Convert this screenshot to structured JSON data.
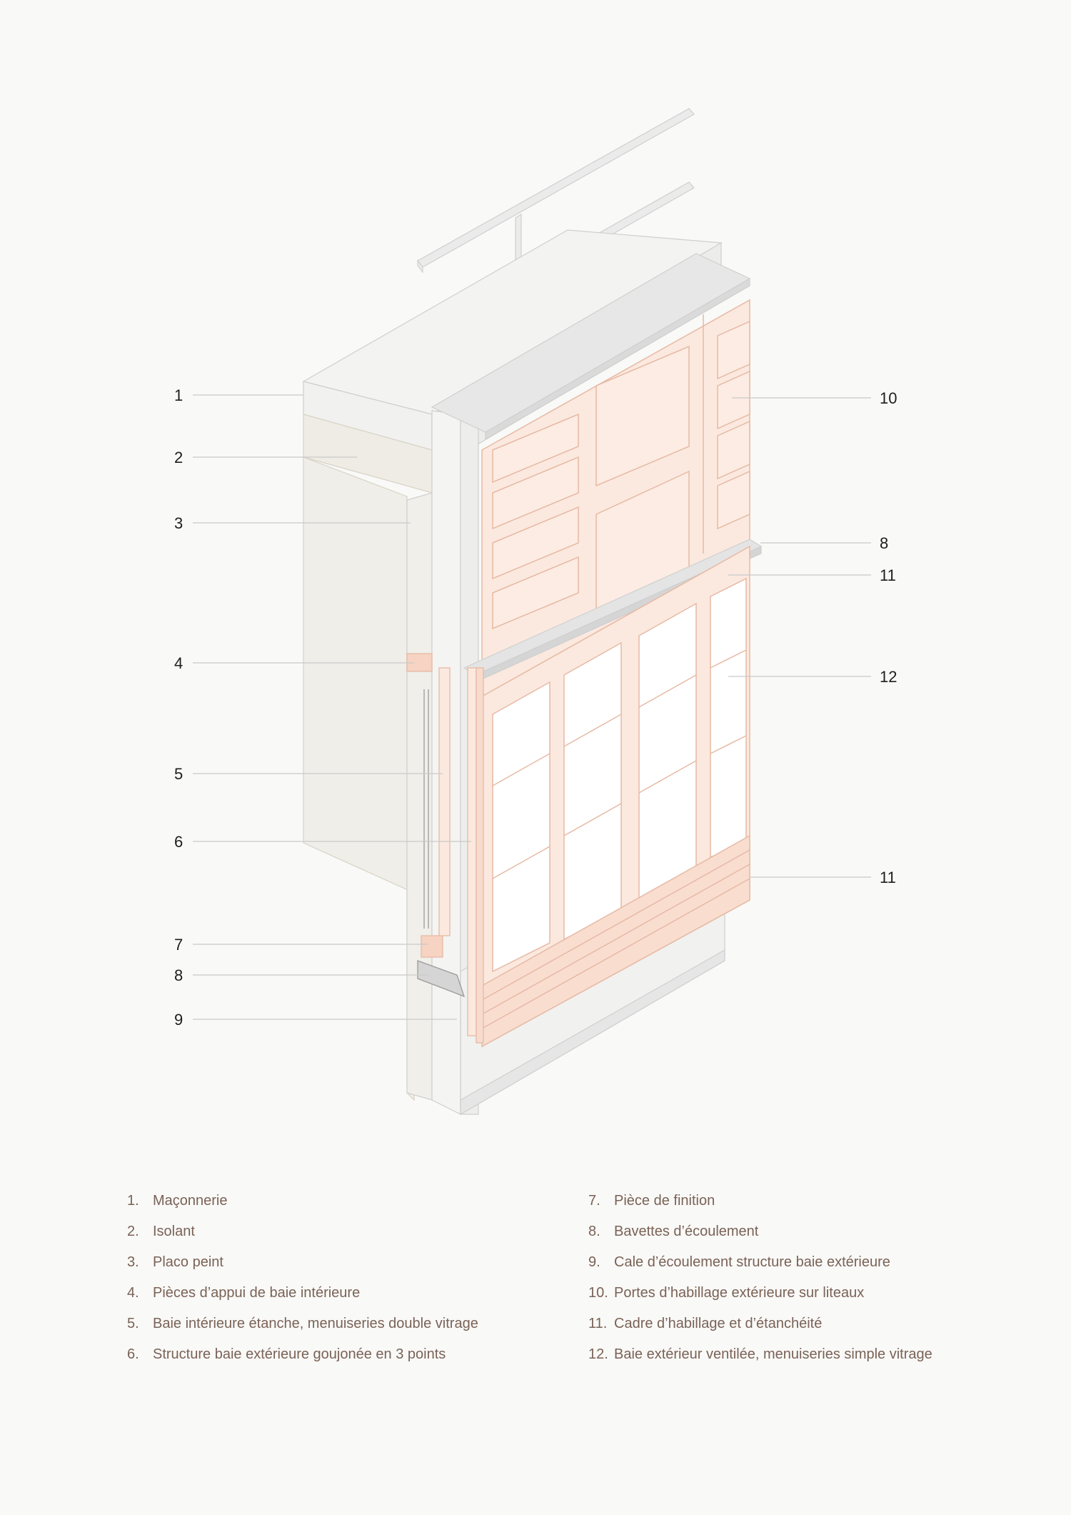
{
  "callouts": [
    {
      "num": "1",
      "side": "left"
    },
    {
      "num": "2",
      "side": "left"
    },
    {
      "num": "3",
      "side": "left"
    },
    {
      "num": "4",
      "side": "left"
    },
    {
      "num": "5",
      "side": "left"
    },
    {
      "num": "6",
      "side": "left"
    },
    {
      "num": "7",
      "side": "left"
    },
    {
      "num": "8",
      "side": "left"
    },
    {
      "num": "9",
      "side": "left"
    },
    {
      "num": "10",
      "side": "right"
    },
    {
      "num": "8",
      "side": "right"
    },
    {
      "num": "11",
      "side": "right"
    },
    {
      "num": "12",
      "side": "right"
    },
    {
      "num": "11",
      "side": "right"
    }
  ],
  "legend": {
    "left": [
      {
        "num": "1.",
        "label": "Maçonnerie"
      },
      {
        "num": "2.",
        "label": "Isolant"
      },
      {
        "num": "3.",
        "label": "Placo peint"
      },
      {
        "num": "4.",
        "label": "Pièces d’appui de baie intérieure"
      },
      {
        "num": "5.",
        "label": "Baie intérieure étanche, menuiseries double vitrage"
      },
      {
        "num": "6.",
        "label": "Structure baie extérieure goujonée en 3 points"
      }
    ],
    "right": [
      {
        "num": "7.",
        "label": "Pièce de finition"
      },
      {
        "num": "8.",
        "label": "Bavettes d’écoulement"
      },
      {
        "num": "9.",
        "label": "Cale d’écoulement structure baie extérieure"
      },
      {
        "num": "10.",
        "label": "Portes d’habillage extérieure sur liteaux"
      },
      {
        "num": "11.",
        "label": "Cadre d’habillage et d’étanchéité"
      },
      {
        "num": "12.",
        "label": "Baie extérieur ventilée, menuiseries simple vitrage"
      }
    ]
  },
  "colors": {
    "background": "#f9f9f7",
    "masonry": "#f2f2f0",
    "insulation": "#efeee6",
    "cladding": "#fbe9df",
    "cladding_stroke": "#e7b9a4",
    "glass": "#ffffff",
    "flashing": "#e4e4e4",
    "legend_text": "#7a6257"
  },
  "icons": [
    "leader-line"
  ]
}
